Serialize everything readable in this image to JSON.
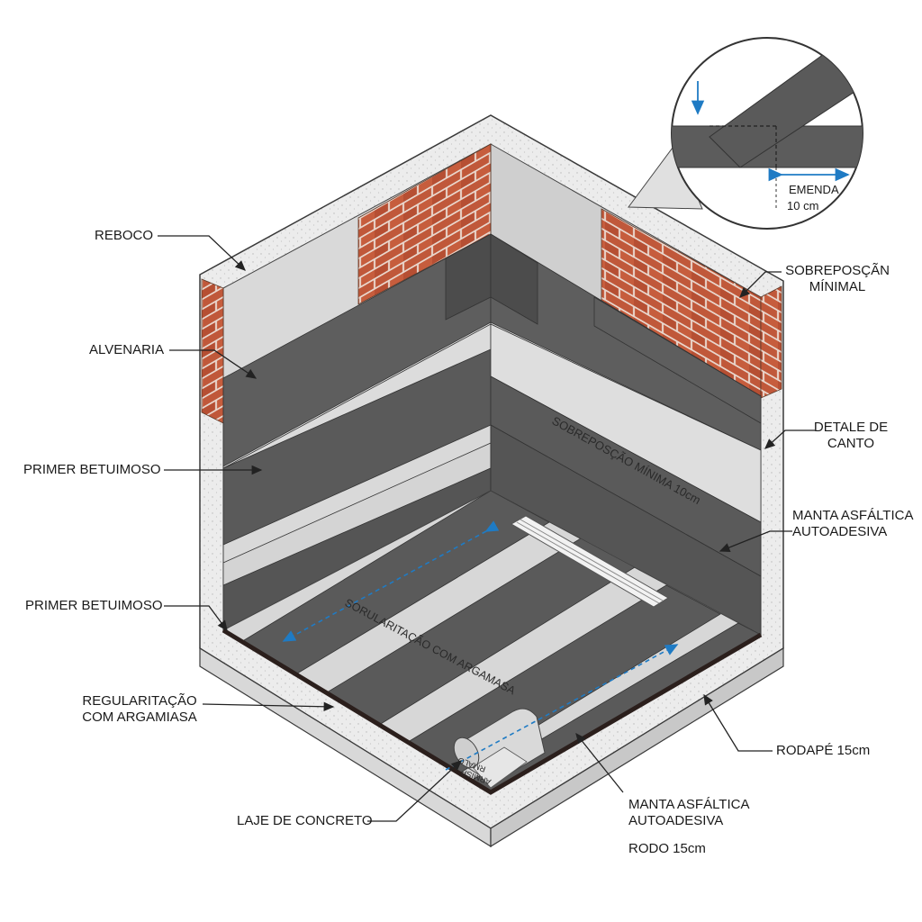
{
  "labels": {
    "reboco": "REBOCO",
    "alvenaria": "ALVENARIA",
    "primer_1": "PRIMER BETUIMOSO",
    "primer_2": "PRIMER BETUIMOSO",
    "regularizacao_1": "REGULARITAÇÃO",
    "regularizacao_2": "COM ARGAMIASA",
    "laje": "LAJE DE CONCRETO",
    "manta_floor_1": "MANTA ASFÁLTICA",
    "manta_floor_2": "AUTOADESIVA",
    "rodo": "RODO 15cm",
    "rodape": "RODAPÉ 15cm",
    "manta_wall_1": "MANTA ASFÁLTICA",
    "manta_wall_2": "AUTOADESIVA",
    "detalhe_1": "DETALE DE",
    "detalhe_2": "CANTO",
    "sobreposicao_1": "SOBREPOSÇÃN",
    "sobreposicao_2": "MÍNIMAL",
    "emenda": "EMENDA",
    "emenda_size": "10 cm"
  },
  "annotations": {
    "wall_text": "SOBREPOSÇÃO MÍNIMA 10cm",
    "floor_text": "SORULARITAÇÃO COM ARGAMASA",
    "roll_text_1": "RMALO",
    "roll_text_2": "ARMISP"
  },
  "colors": {
    "membrane": "#5e5e5e",
    "membrane_dark": "#4a4a4a",
    "plaster": "#d6d6d6",
    "concrete": "#ececec",
    "brick": "#c0583a",
    "mortar": "#e9d6cc",
    "arrow_blue": "#1f7bc4",
    "outline": "#3a3a3a"
  }
}
